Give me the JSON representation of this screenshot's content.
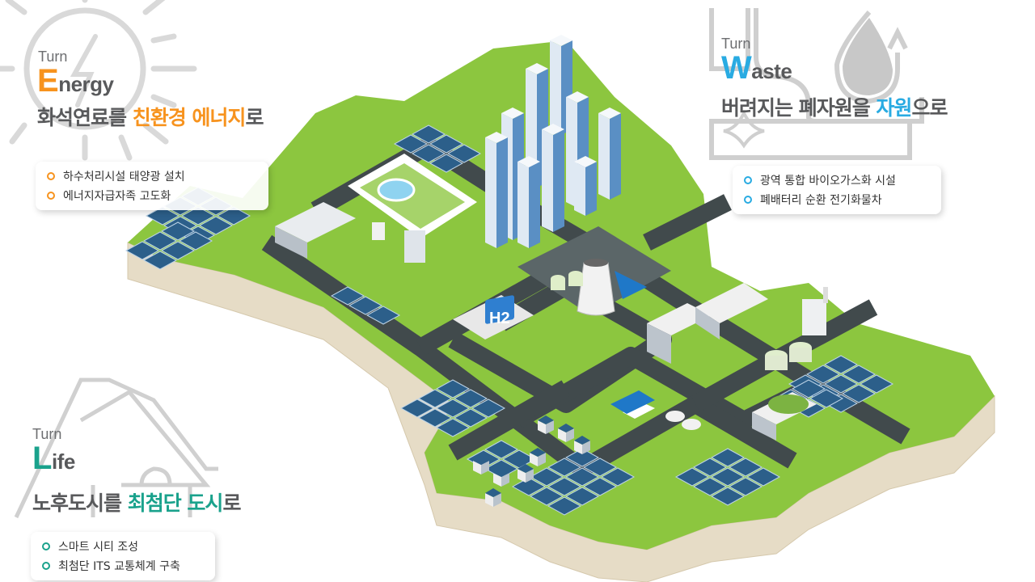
{
  "colors": {
    "energy": "#f7931e",
    "waste": "#29abe2",
    "life": "#1aa28c",
    "text": "#58595b",
    "grass": "#8cc63f",
    "road": "#414a4c",
    "cliff": "#e6dcc6",
    "panel": "#2c5f8a"
  },
  "energy": {
    "turn": "Turn",
    "initial": "E",
    "rest": "nergy",
    "headline_prefix": "화석연료를 ",
    "headline_highlight": "친환경 에너지",
    "headline_suffix": "로",
    "items": [
      "하수처리시설  태양광 설치",
      "에너지자급자족 고도화"
    ]
  },
  "waste": {
    "turn": "Turn",
    "initial": "W",
    "rest": "aste",
    "headline_prefix": "버려지는 폐자원을 ",
    "headline_highlight": "자원",
    "headline_suffix": "으로",
    "items": [
      "광역 통합 바이오가스화 시설",
      "폐배터리 순환 전기화물차"
    ]
  },
  "life": {
    "turn": "Turn",
    "initial": "L",
    "rest": "ife",
    "headline_prefix": "노후도시를 ",
    "headline_highlight": "최첨단 도시",
    "headline_suffix": "로",
    "items": [
      "스마트 시티 조성",
      "최첨단 ITS 교통체계 구축"
    ]
  },
  "map": {
    "h2_label": "H2"
  }
}
